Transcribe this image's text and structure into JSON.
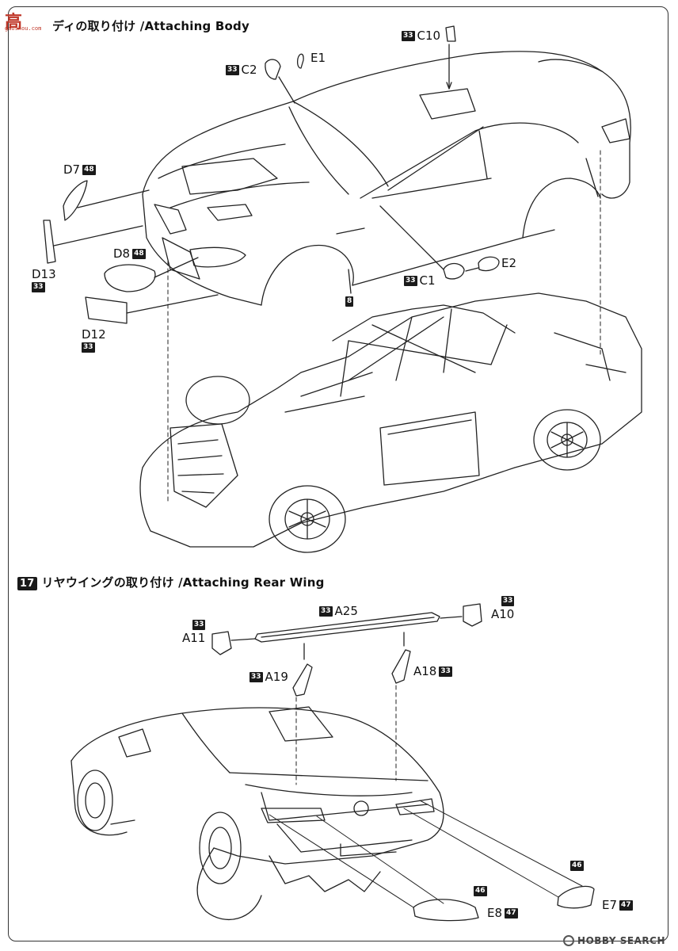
{
  "watermark": {
    "glyph": "高",
    "url": "gaoshou.com",
    "brand": "HOBBY SEARCH"
  },
  "section16": {
    "title": "ディの取り付け /Attaching Body"
  },
  "section17": {
    "step": "17",
    "title": "リヤウイングの取り付け /Attaching Rear Wing"
  },
  "parts": {
    "c10": {
      "chip": "33",
      "label": "C10"
    },
    "c2": {
      "chip": "33",
      "label": "C2"
    },
    "e1": {
      "label": "E1"
    },
    "d7": {
      "label": "D7",
      "chip": "48"
    },
    "d13": {
      "label": "D13",
      "chip": "33"
    },
    "d8": {
      "label": "D8",
      "chip": "48"
    },
    "d12": {
      "label": "D12",
      "chip": "33"
    },
    "c1": {
      "chip": "33",
      "label": "C1"
    },
    "e2": {
      "label": "E2"
    },
    "num8": {
      "chip": "8"
    },
    "a25": {
      "chip": "33",
      "label": "A25"
    },
    "a10": {
      "chip": "33",
      "label": "A10"
    },
    "a11": {
      "chip": "33",
      "label": "A11"
    },
    "a19": {
      "chip": "33",
      "label": "A19"
    },
    "a18": {
      "label": "A18",
      "chip": "33"
    },
    "e8": {
      "chip_top": "46",
      "label": "E8",
      "chip": "47"
    },
    "e7": {
      "chip_top": "46",
      "label": "E7",
      "chip": "47"
    }
  }
}
